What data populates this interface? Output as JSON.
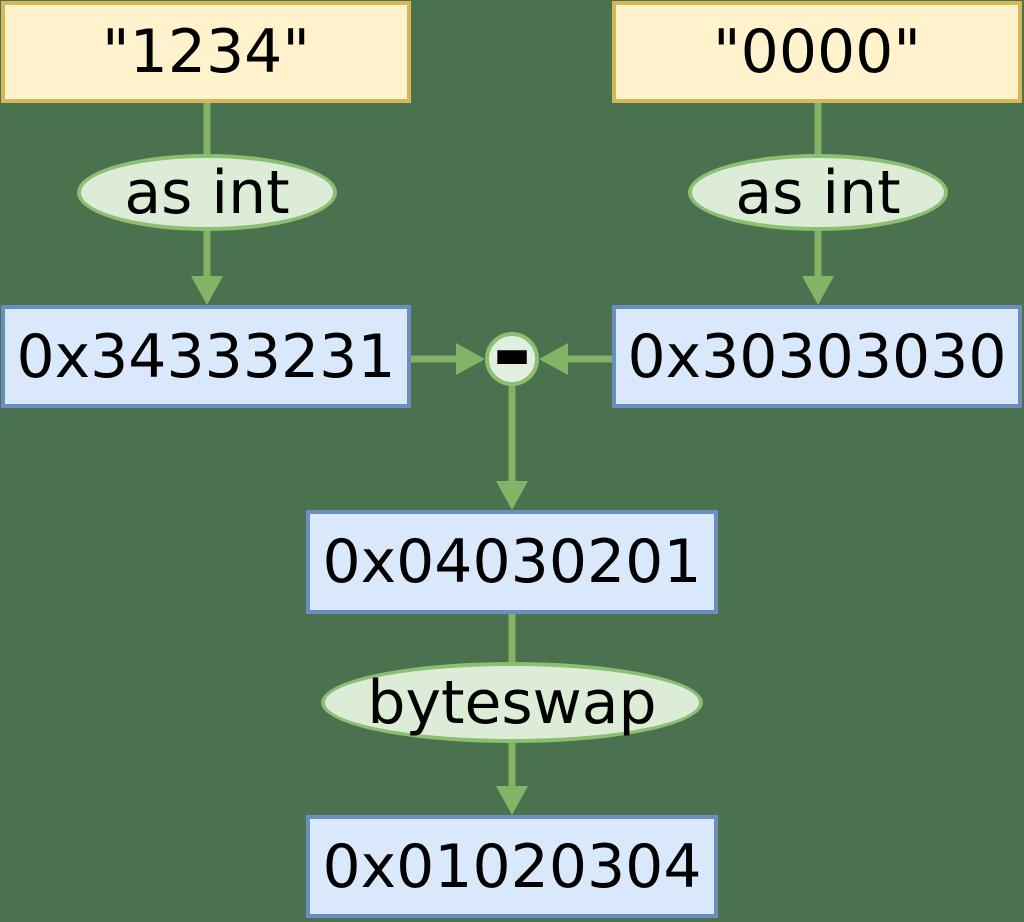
{
  "diagram": {
    "title": "string to integer byteswap flow",
    "nodes": {
      "input_left": "\"1234\"",
      "input_right": "\"0000\"",
      "op_as_int_left": "as int",
      "op_as_int_right": "as int",
      "int_left": "0x34333231",
      "int_right": "0x30303030",
      "op_subtract": "-",
      "diff": "0x04030201",
      "op_byteswap": "byteswap",
      "result": "0x01020304"
    },
    "colors": {
      "background": "#4a724f",
      "string_node_fill": "#fff2cc",
      "string_node_border": "#d6b656",
      "value_node_fill": "#dae8fc",
      "value_node_border": "#6c8ebf",
      "operation_fill": "#dcecd7",
      "operation_border": "#8cbf72",
      "arrow": "#82b366",
      "text": "#000000"
    }
  }
}
